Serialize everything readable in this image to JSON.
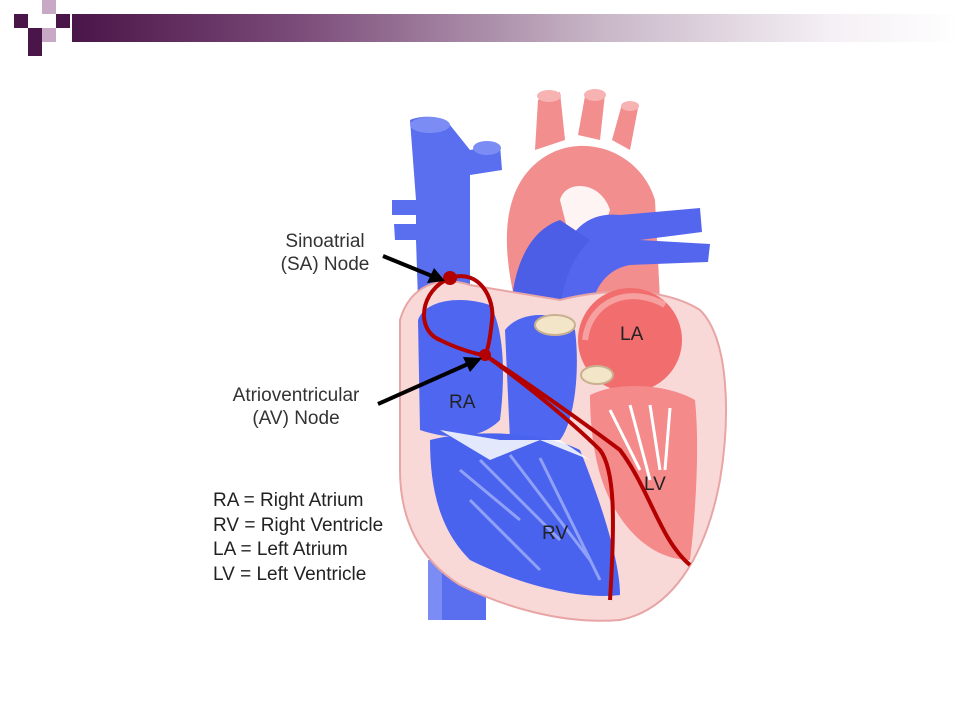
{
  "labels": {
    "sa_line1": "Sinoatrial",
    "sa_line2": "(SA) Node",
    "av_line1": "Atrioventricular",
    "av_line2": "(AV) Node"
  },
  "chambers": {
    "ra": "RA",
    "la": "LA",
    "lv": "LV",
    "rv": "RV"
  },
  "legend": [
    "RA = Right Atrium",
    "RV = Right Ventricle",
    "LA = Left Atrium",
    "LV = Left Ventricle"
  ],
  "colors": {
    "accent": "#4a1548",
    "vein_blue": "#5a6ef0",
    "artery_red": "#f08a8a",
    "muscle_pink": "#f9d9d8",
    "conduction": "#b30000"
  }
}
